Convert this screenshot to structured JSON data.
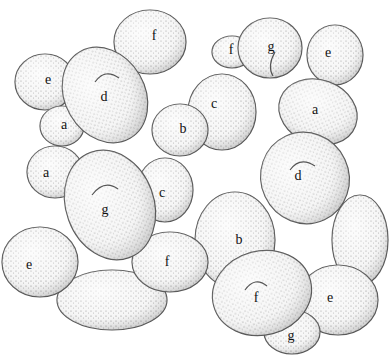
{
  "diagram": {
    "labels": [
      "f",
      "g",
      "f",
      "e",
      "e",
      "d",
      "c",
      "b",
      "a",
      "a",
      "a",
      "c",
      "d",
      "g",
      "b",
      "e",
      "f",
      "f",
      "e",
      "g"
    ]
  }
}
